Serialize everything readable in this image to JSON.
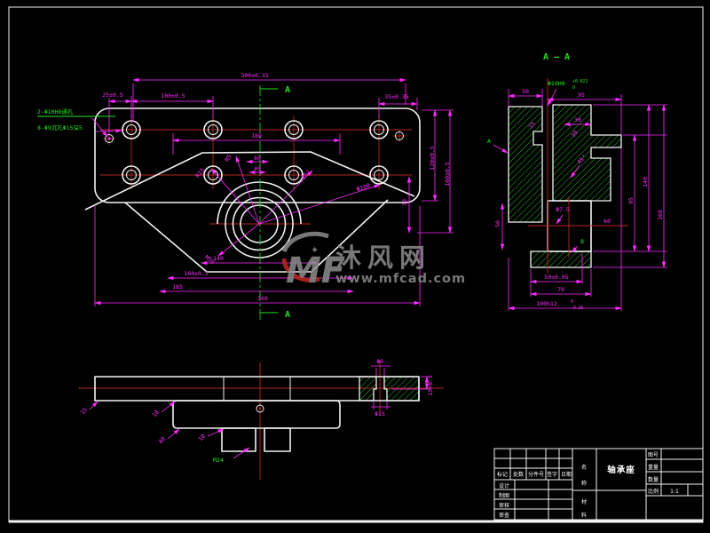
{
  "watermark": {
    "logo": "MF",
    "site_name": "沐风网",
    "site_url": "www.mfcad.com",
    "sparkle": "✦"
  },
  "top_view": {
    "section_label_top": "A",
    "section_label_bottom": "A",
    "note1": "2-Φ10H8通孔",
    "note2": "8-Φ9沉孔Φ15深5",
    "dims": {
      "total": "360",
      "span": "300±0.35",
      "left": "25±0.5",
      "mid": "100±0.5",
      "right": "35±0.35",
      "boss_width": "180",
      "small_upper": "60",
      "small_lower": "40",
      "low1": "140",
      "low2": "160±0.1",
      "low3": "185",
      "rv1": "120±0.5",
      "rv2": "160±0.5",
      "rv3": "70",
      "r15": "R15",
      "r5": "R5",
      "d62": "Φ62",
      "d100": "Φ100",
      "m50": "M50"
    }
  },
  "section_view": {
    "title": "A — A",
    "callout": "Φ10H8",
    "callout_sup": "+0.022",
    "callout_sub": "0",
    "datum_a": "A",
    "datum_b": "B",
    "dims": {
      "t50": "50",
      "t95": "95",
      "t30": "30",
      "diag15": "15",
      "diag30": "30",
      "chamfer": "45°",
      "r140": "140",
      "r95": "95",
      "r160": "160",
      "l50": "50",
      "bore60": "60",
      "hole": "Φ7.5",
      "b50": "50±0.05",
      "b70": "70",
      "b100": "100h12",
      "b100_sup": "0",
      "b100_sub": "-0.35"
    }
  },
  "bottom_view": {
    "thread": "M24",
    "dims": {
      "lead1": "15",
      "lead2": "10",
      "lead3": "40",
      "lead4": "10",
      "dia9": "Φ9",
      "dia15": "Φ15",
      "depth": "15+0.1"
    }
  },
  "title_block": {
    "part_name": "轴承座",
    "name_label": {
      "c1": "名",
      "c2": "称"
    },
    "material_label": {
      "c1": "材",
      "c2": "料"
    },
    "header": [
      "标记",
      "处数",
      "分件号",
      "签字",
      "日期"
    ],
    "rows": [
      "设计",
      "制图",
      "审核",
      "审查"
    ],
    "right_labels": [
      "图号",
      "重量",
      "数量",
      "比例"
    ],
    "scale_value": "1:1"
  }
}
